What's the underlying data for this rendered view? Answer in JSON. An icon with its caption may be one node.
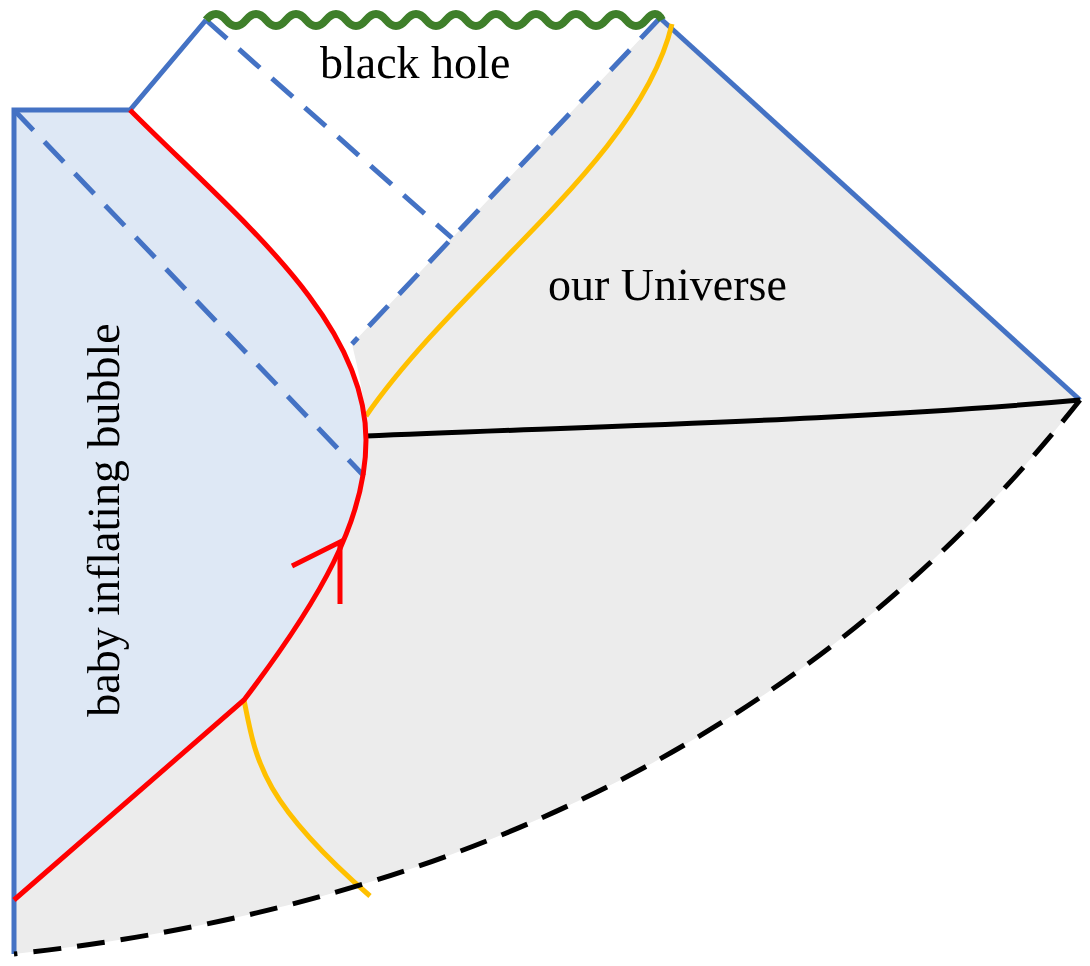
{
  "diagram": {
    "labels": [
      "black hole",
      "our Universe",
      "baby inflating bubble"
    ]
  }
}
